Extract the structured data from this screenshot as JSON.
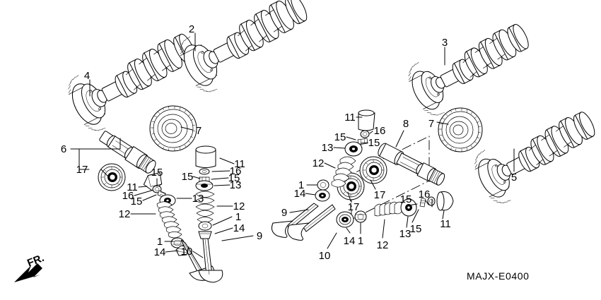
{
  "diagram": {
    "code": "MAJX-E0400",
    "orientation_marker": "FR.",
    "background_color": "#ffffff",
    "line_color": "#000000"
  },
  "callouts": {
    "camshaft_2": "2",
    "camshaft_3": "3",
    "camshaft_4": "4",
    "camshaft_5": "5",
    "shaft_group_6": "6",
    "gear_7_left": "7",
    "gear_7_right": "7",
    "shaft_assy_8": "8",
    "bearing_17_left": "17",
    "bearing_17_a": "17",
    "bearing_17_b": "17"
  },
  "valve_left_intake": {
    "cap_11": "11",
    "seal_16": "16",
    "cotter_15_a": "15",
    "cotter_15_b": "15",
    "retainer_13": "13",
    "spring_12": "12",
    "seat_1": "1",
    "washer_14": "14",
    "valve_10": "10"
  },
  "valve_left_exhaust": {
    "cap_11": "11",
    "seal_16": "16",
    "cotter_15_a": "15",
    "cotter_15_b": "15",
    "retainer_13": "13",
    "spring_12": "12",
    "seat_1": "1",
    "washer_14": "14",
    "valve_9": "9"
  },
  "valve_right_upper": {
    "cap_11": "11",
    "seal_16": "16",
    "cotter_15_a": "15",
    "cotter_15_b": "15",
    "retainer_13": "13",
    "spring_12": "12",
    "seat_1": "1",
    "washer_14": "14",
    "valve_9": "9"
  },
  "valve_right_lower": {
    "cap_11": "11",
    "seal_16": "16",
    "cotter_15_a": "15",
    "cotter_15_b": "15",
    "retainer_13": "13",
    "spring_12": "12",
    "seat_1": "1",
    "washer_14": "14",
    "valve_10": "10"
  }
}
